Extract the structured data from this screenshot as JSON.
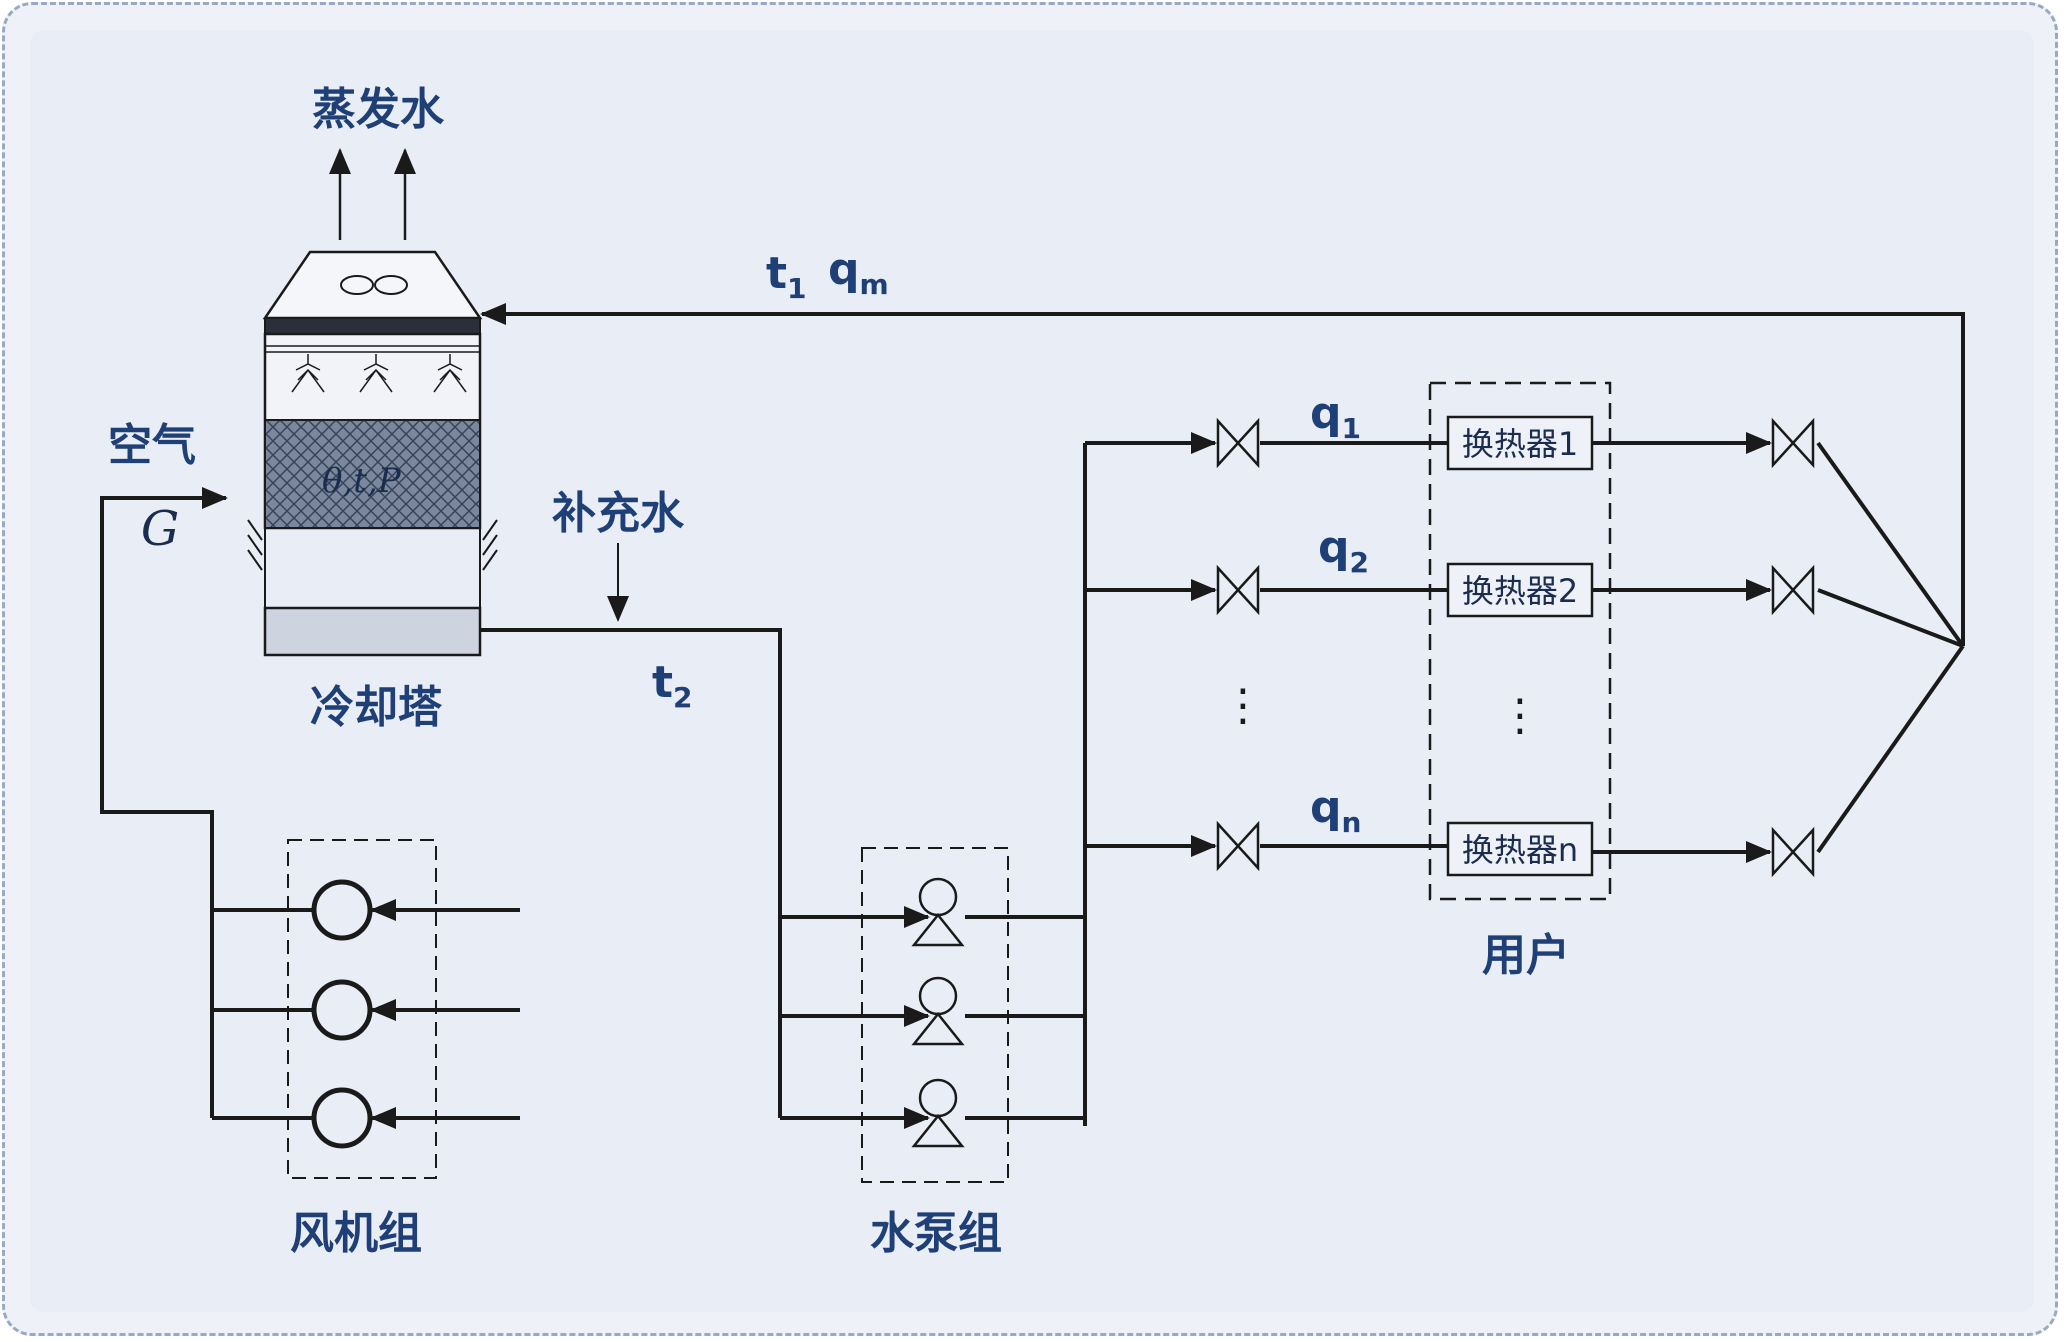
{
  "labels": {
    "evaporated_water": "蒸发水",
    "air": "空气",
    "air_flow_symbol": "G",
    "cooling_tower": "冷却塔",
    "makeup_water": "补充水",
    "return_temp": "t",
    "return_temp_sub": "1",
    "mass_flow": "q",
    "mass_flow_sub": "m",
    "supply_temp": "t",
    "supply_temp_sub": "2",
    "tower_params": "θ,t,P",
    "fan_group": "风机组",
    "pump_group": "水泵组",
    "users": "用户"
  },
  "branches": [
    {
      "flow": "q",
      "flow_sub": "1",
      "exchanger": "换热器1"
    },
    {
      "flow": "q",
      "flow_sub": "2",
      "exchanger": "换热器2"
    },
    {
      "flow": "q",
      "flow_sub": "n",
      "exchanger": "换热器n"
    }
  ],
  "ellipsis": "⋮",
  "colors": {
    "line": "#1a1a1a",
    "label": "#1f3f77",
    "background": "#e9edf5"
  }
}
